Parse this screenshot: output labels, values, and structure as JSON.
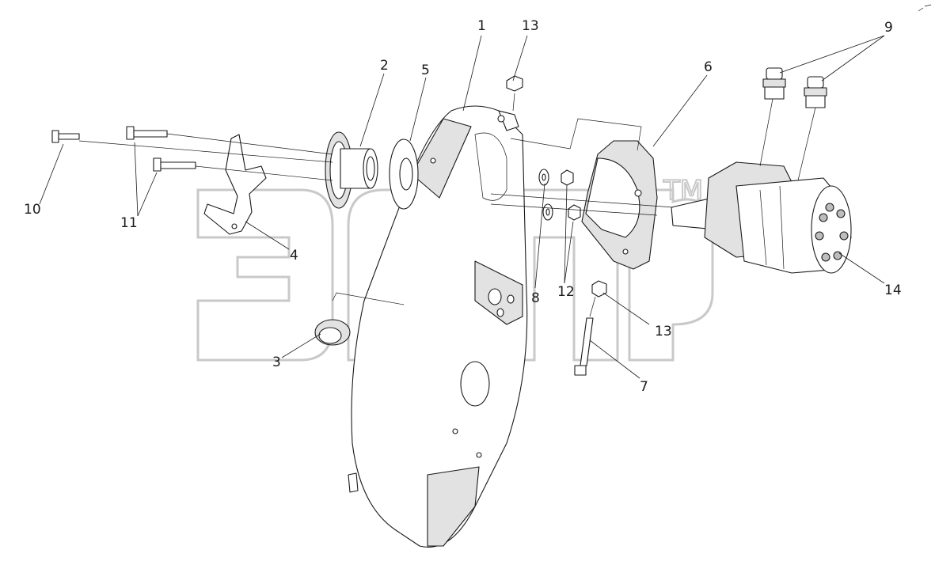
{
  "watermark": {
    "letters": "элр",
    "trademark": "TM"
  },
  "callouts": {
    "c1": "1",
    "c2": "2",
    "c3": "3",
    "c4": "4",
    "c5": "5",
    "c6": "6",
    "c7": "7",
    "c8": "8",
    "c9": "9",
    "c10": "10",
    "c11": "11",
    "c12": "12",
    "c13a": "13",
    "c13b": "13",
    "c14": "14"
  },
  "colors": {
    "line": "#1a1a1a",
    "watermark": "#c9c9c9",
    "background": "#ffffff"
  }
}
